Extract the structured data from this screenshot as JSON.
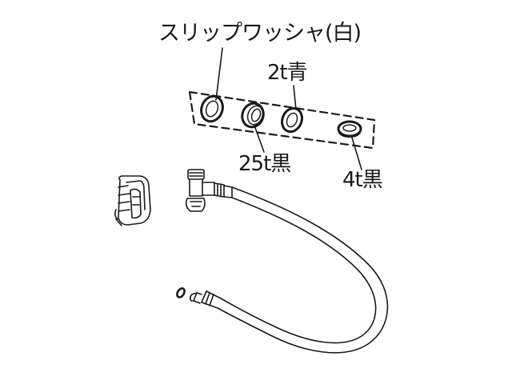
{
  "diagram": {
    "labels": {
      "slip_washer": "スリップワッシャ(白)",
      "washer_2t": "2t青",
      "washer_25t": "25t黒",
      "washer_4t": "4t黒"
    },
    "parts": [
      {
        "id": "slip-washer",
        "label_ref": "slip_washer"
      },
      {
        "id": "washer-25t",
        "label_ref": "washer_25t"
      },
      {
        "id": "washer-2t",
        "label_ref": "washer_2t"
      },
      {
        "id": "washer-4t",
        "label_ref": "washer_4t"
      },
      {
        "id": "clip-fitting"
      },
      {
        "id": "elbow-joint"
      },
      {
        "id": "hose"
      },
      {
        "id": "hose-end-nipple"
      },
      {
        "id": "small-o-ring"
      }
    ],
    "colors": {
      "line": "#1a1a1a",
      "background": "#ffffff"
    }
  }
}
